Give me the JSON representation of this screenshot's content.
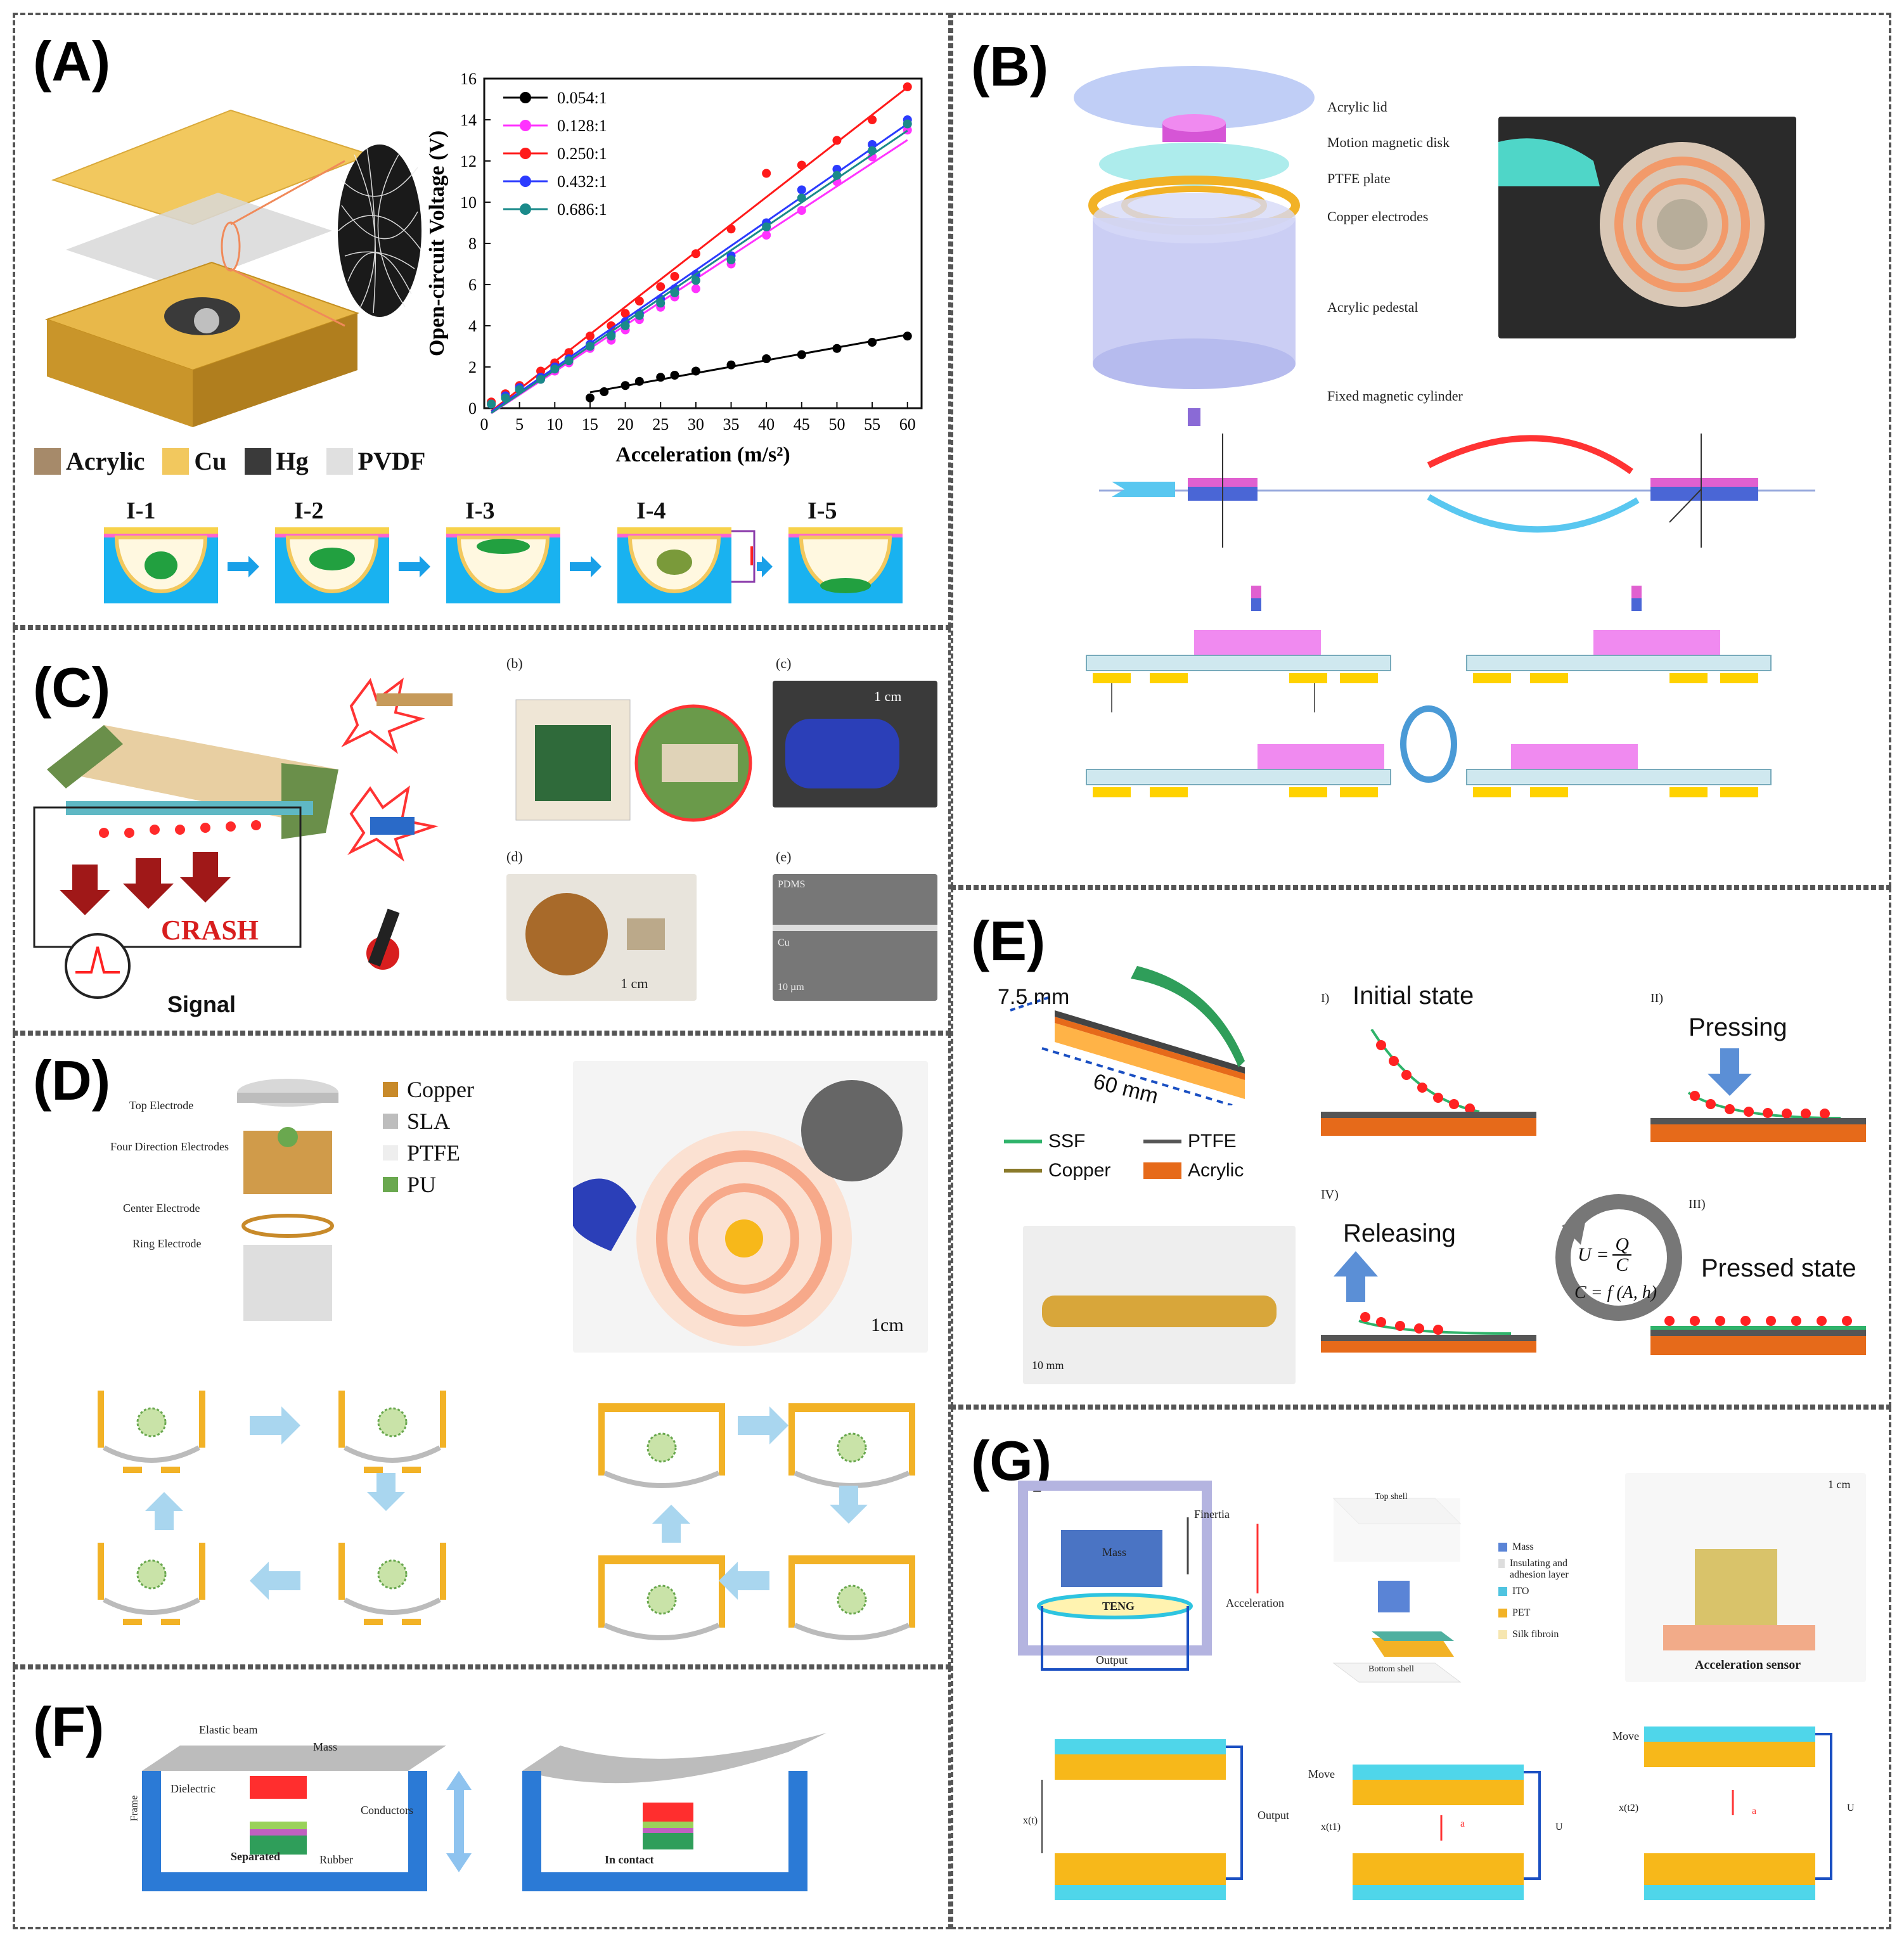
{
  "panels": {
    "A": {
      "label": "(A)",
      "legend": [
        "Acrylic",
        "Cu",
        "Hg",
        "PVDF"
      ],
      "stages": [
        "I-1",
        "I-2",
        "I-3",
        "I-4",
        "I-5"
      ]
    },
    "B": {
      "label": "(B)",
      "parts": [
        "Acrylic lid",
        "Motion magnetic disk",
        "PTFE plate",
        "Copper electrodes",
        "Acrylic pedestal",
        "Fixed magnetic cylinder"
      ]
    },
    "C": {
      "label": "(C)",
      "crash": "CRASH",
      "signal": "Signal",
      "sublabels": [
        "(b)",
        "(c)",
        "(d)",
        "(e)"
      ],
      "scale_c": "1 cm",
      "scale_d": "1 cm",
      "sem_labels": [
        "PDMS",
        "Cu",
        "10 µm"
      ]
    },
    "D": {
      "label": "(D)",
      "legend": [
        "Copper",
        "SLA",
        "PTFE",
        "PU"
      ],
      "parts": [
        "Top Electrode",
        "Four Direction Electrodes",
        "Center Electrode",
        "Ring Electrode"
      ],
      "scale": "1cm"
    },
    "E": {
      "label": "(E)",
      "dim_width": "7.5 mm",
      "dim_length": "60 mm",
      "legend": [
        "SSF",
        "PTFE",
        "Copper",
        "Acrylic"
      ],
      "state1_num": "I)",
      "state1": "Initial state",
      "state2_num": "II)",
      "state2": "Pressing",
      "state3_num": "III)",
      "state3": "Pressed state",
      "state4_num": "IV)",
      "state4": "Releasing",
      "eq1_lhs": "U =",
      "eq1_num": "Q",
      "eq1_den": "C",
      "eq2": "C = f (A, h)",
      "scale": "10 mm"
    },
    "F": {
      "label": "(F)",
      "parts": [
        "Elastic beam",
        "Mass",
        "Dielectric",
        "Conductors",
        "Frame",
        "Rubber"
      ],
      "state_left": "Separated",
      "state_right": "In contact"
    },
    "G": {
      "label": "(G)",
      "mass": "Mass",
      "teng": "TENG",
      "finertia": "Finertia",
      "accel": "Acceleration",
      "output": "Output",
      "top_shell": "Top shell",
      "bottom_shell": "Bottom shell",
      "legend": [
        "Mass",
        "Insulating and adhesion layer",
        "ITO",
        "PET",
        "Silk fibroin"
      ],
      "scale": "1 cm",
      "sensor": "Acceleration sensor",
      "move": "Move",
      "gap0": "x(t)",
      "gap1": "x(t1)",
      "gap2": "x(t2)",
      "a": "a",
      "out_letter": "U"
    }
  },
  "chart_data": {
    "type": "scatter",
    "title": "",
    "xlabel": "Acceleration (m/s²)",
    "ylabel": "Open-circuit Voltage (V)",
    "xlim": [
      0,
      62
    ],
    "ylim": [
      0,
      16
    ],
    "xticks": [
      0,
      5,
      10,
      15,
      20,
      25,
      30,
      35,
      40,
      45,
      50,
      55,
      60
    ],
    "yticks": [
      0,
      2,
      4,
      6,
      8,
      10,
      12,
      14,
      16
    ],
    "legend_position": "top-left",
    "fit_lines": true,
    "series": [
      {
        "name": "0.054:1",
        "color": "#000000",
        "x": [
          15,
          17,
          20,
          22,
          25,
          27,
          30,
          35,
          40,
          45,
          50,
          55,
          60
        ],
        "y": [
          0.5,
          0.8,
          1.1,
          1.3,
          1.5,
          1.6,
          1.8,
          2.1,
          2.4,
          2.6,
          2.9,
          3.2,
          3.5
        ]
      },
      {
        "name": "0.128:1",
        "color": "#ff33ff",
        "x": [
          1,
          3,
          5,
          8,
          10,
          12,
          15,
          18,
          20,
          22,
          25,
          27,
          30,
          35,
          40,
          45,
          50,
          55,
          60
        ],
        "y": [
          0.2,
          0.6,
          0.9,
          1.4,
          1.8,
          2.2,
          2.9,
          3.3,
          3.8,
          4.3,
          4.9,
          5.4,
          5.8,
          7.0,
          8.4,
          9.6,
          11.0,
          12.2,
          13.5
        ]
      },
      {
        "name": "0.250:1",
        "color": "#ff1a1a",
        "x": [
          1,
          3,
          5,
          8,
          10,
          12,
          15,
          18,
          20,
          22,
          25,
          27,
          30,
          35,
          40,
          45,
          50,
          55,
          60
        ],
        "y": [
          0.3,
          0.7,
          1.1,
          1.8,
          2.2,
          2.7,
          3.5,
          4.0,
          4.6,
          5.2,
          5.9,
          6.4,
          7.5,
          8.7,
          11.4,
          11.8,
          13.0,
          14.0,
          15.6
        ]
      },
      {
        "name": "0.432:1",
        "color": "#2b3bff",
        "x": [
          1,
          3,
          5,
          8,
          10,
          12,
          15,
          18,
          20,
          22,
          25,
          27,
          30,
          35,
          40,
          45,
          50,
          55,
          60
        ],
        "y": [
          0.2,
          0.6,
          1.0,
          1.5,
          2.0,
          2.4,
          3.1,
          3.6,
          4.2,
          4.6,
          5.3,
          5.8,
          6.5,
          7.4,
          9.0,
          10.6,
          11.6,
          12.8,
          14.0
        ]
      },
      {
        "name": "0.686:1",
        "color": "#1a8a8a",
        "x": [
          1,
          3,
          5,
          8,
          10,
          12,
          15,
          18,
          20,
          22,
          25,
          27,
          30,
          35,
          40,
          45,
          50,
          55,
          60
        ],
        "y": [
          0.2,
          0.5,
          0.9,
          1.4,
          1.9,
          2.3,
          3.0,
          3.5,
          4.0,
          4.5,
          5.1,
          5.6,
          6.2,
          7.2,
          8.8,
          10.2,
          11.3,
          12.5,
          13.8
        ]
      }
    ]
  }
}
